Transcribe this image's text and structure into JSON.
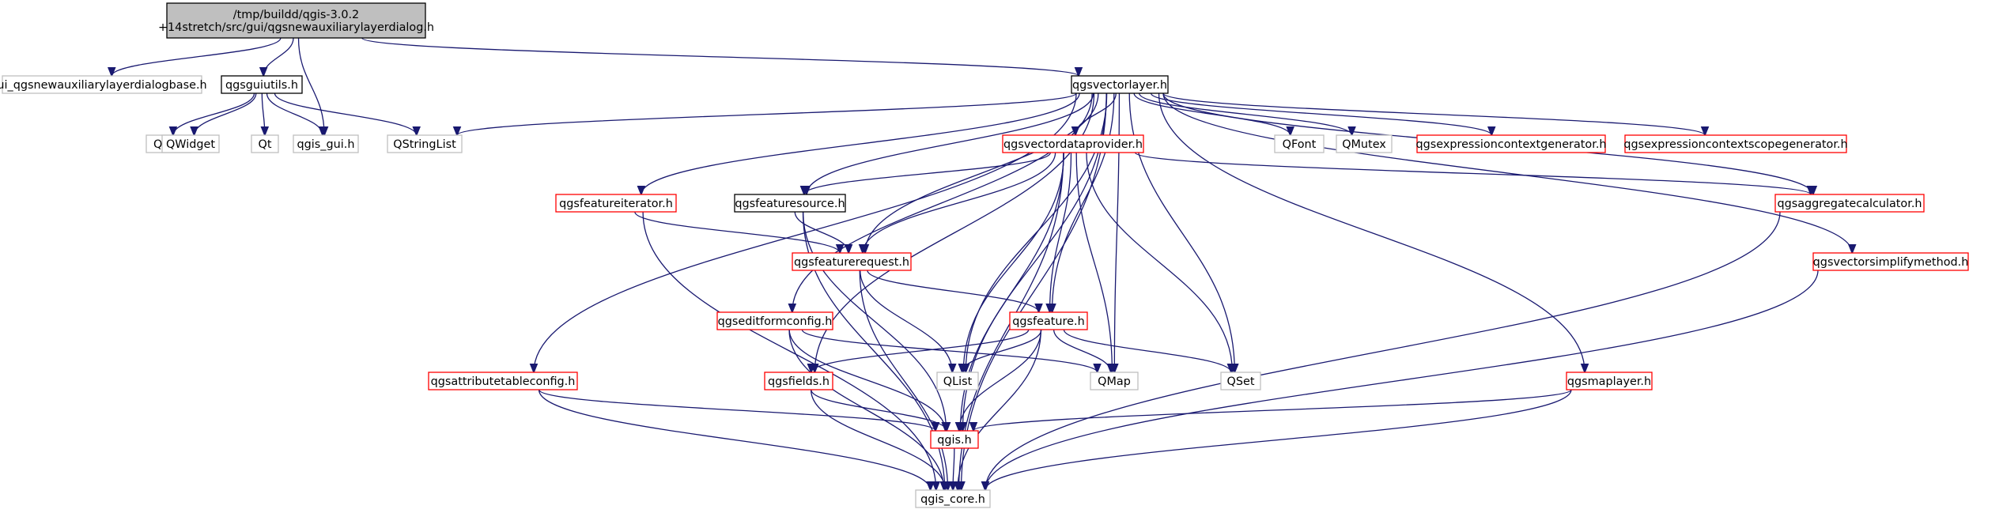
{
  "colors": {
    "edge": "#191970",
    "root_fill": "#bfbfbf",
    "normal_border": "#000000",
    "red_border": "#ff0000",
    "muted_border": "#bfbfbf",
    "muted_text": "#808080"
  },
  "nodes": [
    {
      "id": "root",
      "lines": [
        "/tmp/buildd/qgis-3.0.2",
        "+14stretch/src/gui/qgsnewauxiliarylayerdialog.h"
      ],
      "style": "root"
    },
    {
      "id": "ui_base",
      "lines": [
        "ui_qgsnewauxiliarylayerdialogbase.h"
      ],
      "style": "muted"
    },
    {
      "id": "qgsguiutils",
      "lines": [
        "qgsguiutils.h"
      ],
      "style": "black"
    },
    {
      "id": "qgsvectorlayer",
      "lines": [
        "qgsvectorlayer.h"
      ],
      "style": "black"
    },
    {
      "id": "qpair",
      "lines": [
        "QPair"
      ],
      "style": "muted"
    },
    {
      "id": "qwidget",
      "lines": [
        "QWidget"
      ],
      "style": "muted"
    },
    {
      "id": "qt",
      "lines": [
        "Qt"
      ],
      "style": "muted"
    },
    {
      "id": "qgis_gui",
      "lines": [
        "qgis_gui.h"
      ],
      "style": "muted"
    },
    {
      "id": "qstringlist",
      "lines": [
        "QStringList"
      ],
      "style": "muted"
    },
    {
      "id": "qgsvectordataprovider",
      "lines": [
        "qgsvectordataprovider.h"
      ],
      "style": "red"
    },
    {
      "id": "qfont",
      "lines": [
        "QFont"
      ],
      "style": "muted"
    },
    {
      "id": "qmutex",
      "lines": [
        "QMutex"
      ],
      "style": "muted"
    },
    {
      "id": "qgsexprctxgen",
      "lines": [
        "qgsexpressioncontextgenerator.h"
      ],
      "style": "red"
    },
    {
      "id": "qgsexprctxscopegen",
      "lines": [
        "qgsexpressioncontextscopegenerator.h"
      ],
      "style": "red"
    },
    {
      "id": "qgsfeatureiterator",
      "lines": [
        "qgsfeatureiterator.h"
      ],
      "style": "red"
    },
    {
      "id": "qgsfeaturesource",
      "lines": [
        "qgsfeaturesource.h"
      ],
      "style": "black"
    },
    {
      "id": "qgsaggregatecalculator",
      "lines": [
        "qgsaggregatecalculator.h"
      ],
      "style": "red"
    },
    {
      "id": "qgsfeaturerequest",
      "lines": [
        "qgsfeaturerequest.h"
      ],
      "style": "red"
    },
    {
      "id": "qgsvectorsimplifymethod",
      "lines": [
        "qgsvectorsimplifymethod.h"
      ],
      "style": "red"
    },
    {
      "id": "qgseditformconfig",
      "lines": [
        "qgseditformconfig.h"
      ],
      "style": "red"
    },
    {
      "id": "qgsfeature",
      "lines": [
        "qgsfeature.h"
      ],
      "style": "red"
    },
    {
      "id": "qgsattributetableconfig",
      "lines": [
        "qgsattributetableconfig.h"
      ],
      "style": "red"
    },
    {
      "id": "qgsfields",
      "lines": [
        "qgsfields.h"
      ],
      "style": "red"
    },
    {
      "id": "qlist",
      "lines": [
        "QList"
      ],
      "style": "muted"
    },
    {
      "id": "qmap",
      "lines": [
        "QMap"
      ],
      "style": "muted"
    },
    {
      "id": "qset",
      "lines": [
        "QSet"
      ],
      "style": "muted"
    },
    {
      "id": "qgsmaplayer",
      "lines": [
        "qgsmaplayer.h"
      ],
      "style": "red"
    },
    {
      "id": "qgis",
      "lines": [
        "qgis.h"
      ],
      "style": "red"
    },
    {
      "id": "qgis_core",
      "lines": [
        "qgis_core.h"
      ],
      "style": "muted"
    }
  ],
  "edges": [
    [
      "root",
      "ui_base"
    ],
    [
      "root",
      "qgsguiutils"
    ],
    [
      "root",
      "qgis_gui"
    ],
    [
      "root",
      "qgsvectorlayer"
    ],
    [
      "qgsguiutils",
      "qpair"
    ],
    [
      "qgsguiutils",
      "qwidget"
    ],
    [
      "qgsguiutils",
      "qt"
    ],
    [
      "qgsguiutils",
      "qgis_gui"
    ],
    [
      "qgsguiutils",
      "qstringlist"
    ],
    [
      "qgsvectorlayer",
      "qstringlist"
    ],
    [
      "qgsvectorlayer",
      "qgsvectordataprovider"
    ],
    [
      "qgsvectorlayer",
      "qfont"
    ],
    [
      "qgsvectorlayer",
      "qmutex"
    ],
    [
      "qgsvectorlayer",
      "qgsexprctxgen"
    ],
    [
      "qgsvectorlayer",
      "qgsexprctxscopegen"
    ],
    [
      "qgsvectorlayer",
      "qgsfeatureiterator"
    ],
    [
      "qgsvectorlayer",
      "qgsfeaturesource"
    ],
    [
      "qgsvectorlayer",
      "qgsaggregatecalculator"
    ],
    [
      "qgsvectorlayer",
      "qgsfeaturerequest"
    ],
    [
      "qgsvectorlayer",
      "qgsvectorsimplifymethod"
    ],
    [
      "qgsvectorlayer",
      "qgseditformconfig"
    ],
    [
      "qgsvectorlayer",
      "qgsfeature"
    ],
    [
      "qgsvectorlayer",
      "qgsattributetableconfig"
    ],
    [
      "qgsvectorlayer",
      "qgsfields"
    ],
    [
      "qgsvectorlayer",
      "qlist"
    ],
    [
      "qgsvectorlayer",
      "qmap"
    ],
    [
      "qgsvectorlayer",
      "qset"
    ],
    [
      "qgsvectorlayer",
      "qgsmaplayer"
    ],
    [
      "qgsvectorlayer",
      "qgis"
    ],
    [
      "qgsvectorlayer",
      "qgis_core"
    ],
    [
      "qgsvectordataprovider",
      "qgsfeaturesource"
    ],
    [
      "qgsvectordataprovider",
      "qgsfeaturerequest"
    ],
    [
      "qgsvectordataprovider",
      "qgsfeature"
    ],
    [
      "qgsvectordataprovider",
      "qgsaggregatecalculator"
    ],
    [
      "qgsvectordataprovider",
      "qlist"
    ],
    [
      "qgsvectordataprovider",
      "qmap"
    ],
    [
      "qgsvectordataprovider",
      "qset"
    ],
    [
      "qgsvectordataprovider",
      "qgis"
    ],
    [
      "qgsvectordataprovider",
      "qgis_core"
    ],
    [
      "qgsfeatureiterator",
      "qgsfeaturerequest"
    ],
    [
      "qgsfeatureiterator",
      "qgis_core"
    ],
    [
      "qgsfeaturesource",
      "qgsfeaturerequest"
    ],
    [
      "qgsfeaturesource",
      "qgis"
    ],
    [
      "qgsfeaturesource",
      "qgis_core"
    ],
    [
      "qgsaggregatecalculator",
      "qgis_core"
    ],
    [
      "qgsfeaturerequest",
      "qgsfeature"
    ],
    [
      "qgsfeaturerequest",
      "qlist"
    ],
    [
      "qgsfeaturerequest",
      "qgis_core"
    ],
    [
      "qgsvectorsimplifymethod",
      "qgis_core"
    ],
    [
      "qgseditformconfig",
      "qmap"
    ],
    [
      "qgseditformconfig",
      "qgis"
    ],
    [
      "qgseditformconfig",
      "qgis_core"
    ],
    [
      "qgsfeature",
      "qgsfields"
    ],
    [
      "qgsfeature",
      "qlist"
    ],
    [
      "qgsfeature",
      "qmap"
    ],
    [
      "qgsfeature",
      "qset"
    ],
    [
      "qgsfeature",
      "qgis"
    ],
    [
      "qgsfeature",
      "qgis_core"
    ],
    [
      "qgsattributetableconfig",
      "qgis"
    ],
    [
      "qgsattributetableconfig",
      "qgis_core"
    ],
    [
      "qgsfields",
      "qgis"
    ],
    [
      "qgsfields",
      "qgis_core"
    ],
    [
      "qgsmaplayer",
      "qgis"
    ],
    [
      "qgsmaplayer",
      "qgis_core"
    ],
    [
      "qgis",
      "qgis_core"
    ]
  ]
}
